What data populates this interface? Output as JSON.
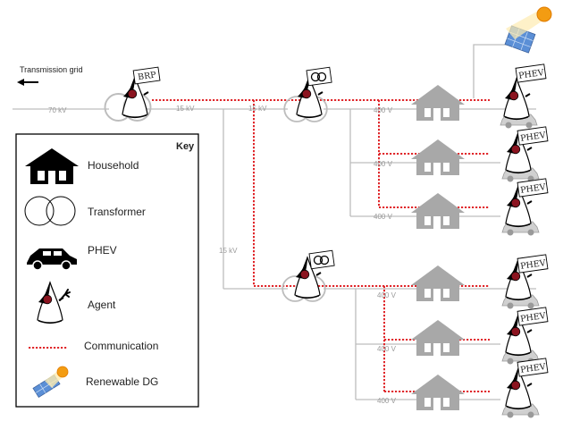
{
  "transmission": {
    "label": "Transmission grid"
  },
  "voltages": {
    "hv": "70 kV",
    "mv_top": "15 kV",
    "mv_top2": "15 kV",
    "mv_vertical": "15 kV",
    "lv_a1": "400 V",
    "lv_a2": "400 V",
    "lv_a3": "400 V",
    "lv_b1": "400 V",
    "lv_b2": "400 V",
    "lv_b3": "400 V"
  },
  "signs": {
    "brp": "BRP",
    "phev": "PHEV"
  },
  "key": {
    "title": "Key",
    "items": [
      {
        "icon": "house-icon",
        "label": "Household"
      },
      {
        "icon": "transformer-icon",
        "label": "Transformer"
      },
      {
        "icon": "car-icon",
        "label": "PHEV"
      },
      {
        "icon": "agent-icon",
        "label": "Agent"
      },
      {
        "icon": "communication-line-icon",
        "label": "Communication"
      },
      {
        "icon": "solar-panel-icon",
        "label": "Renewable DG"
      }
    ]
  },
  "colors": {
    "communication": "#e0262a",
    "grid_line": "#bdbdbd",
    "house_diagram": "#a8a8a8",
    "house_key": "#000000",
    "agent_eye": "#8b1420"
  }
}
